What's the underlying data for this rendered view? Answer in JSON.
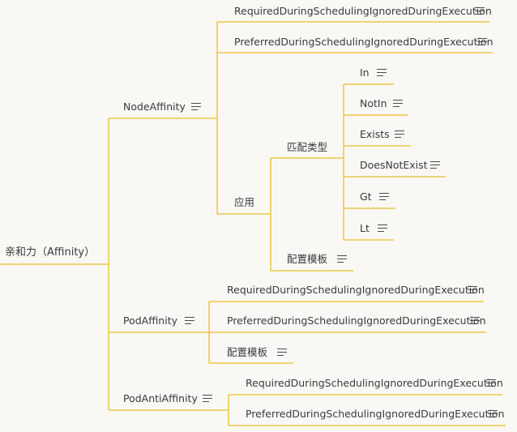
{
  "colors": {
    "line": "#e8bf2a",
    "text": "#3a3a3a",
    "background": "#faf8f4"
  },
  "icons": {
    "node_note": "notes-icon"
  },
  "nodes": {
    "root": "亲和力（Affinity）",
    "node_affinity": "NodeAffinity",
    "na_required": "RequiredDuringSchedulingIgnoredDuringExecution",
    "na_preferred": "PreferredDuringSchedulingIgnoredDuringExecution",
    "na_usage": "应用",
    "na_match_type": "匹配类型",
    "op_in": "In",
    "op_notin": "NotIn",
    "op_exists": "Exists",
    "op_doesnotexist": "DoesNotExist",
    "op_gt": "Gt",
    "op_lt": "Lt",
    "na_template": "配置模板",
    "pod_affinity": "PodAffinity",
    "pa_required": "RequiredDuringSchedulingIgnoredDuringExecution",
    "pa_preferred": "PreferredDuringSchedulingIgnoredDuringExecution",
    "pa_template": "配置模板",
    "pod_anti_affinity": "PodAntiAffinity",
    "paa_required": "RequiredDuringSchedulingIgnoredDuringExecution",
    "paa_preferred": "PreferredDuringSchedulingIgnoredDuringExecution"
  }
}
